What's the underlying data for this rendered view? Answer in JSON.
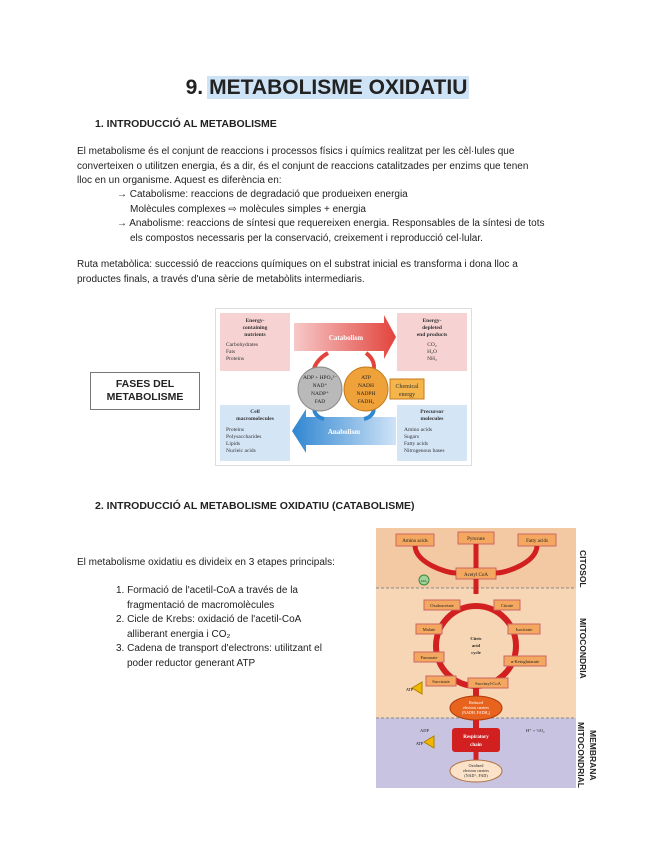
{
  "title": {
    "number": "9.",
    "text": "METABOLISME OXIDATIU"
  },
  "section1": {
    "heading": "1. INTRODUCCIÓ AL METABOLISME",
    "para1": [
      "El metabolisme és el conjunt de reaccions i processos físics i químics realitzat per les cèl·lules que",
      "converteixen o utilitzen energia, és a dir, és el conjunt de reaccions catalitzades per enzims que tenen",
      "lloc en un organisme. Aquest es diferència en:"
    ],
    "bullets": [
      "→ Catabolisme: reaccions de degradació que produeixen energia",
      "Molècules complexes ⇨ molècules simples + energia",
      "→ Anabolisme: reaccions de síntesi que requereixen energia. Responsables de la síntesi de tots",
      "els compostos necessaris per la conservació, creixement i reproducció cel·lular."
    ],
    "para2": [
      "Ruta metabòlica: successió de reaccions químiques on el substrat inicial es transforma i dona lloc a",
      "productes finals, a través d'una sèrie de metabòlits intermediaris."
    ],
    "fases_box": [
      "FASES DEL",
      "METABOLISME"
    ]
  },
  "figure1": {
    "energy_nutrients": {
      "title": [
        "Energy-",
        "containing",
        "nutrients"
      ],
      "items": [
        "Carbohydrates",
        "Fats",
        "Proteins"
      ]
    },
    "end_products": {
      "title": [
        "Energy-",
        "depleted",
        "end products"
      ],
      "items": [
        "CO₂",
        "H₂O",
        "NH₃"
      ]
    },
    "catabolism": "Catabolism",
    "anabolism": "Anabolism",
    "cell_macro": {
      "title": [
        "Cell",
        "macromolecules"
      ],
      "items": [
        "Proteins",
        "Polysaccharides",
        "Lipids",
        "Nucleic acids"
      ]
    },
    "precursor": {
      "title": [
        "Precursor",
        "molecules"
      ],
      "items": [
        "Amino acids",
        "Sugars",
        "Fatty acids",
        "Nitrogenous bases"
      ]
    },
    "grey_circle": [
      "ADP + HPO₄²⁻",
      "NAD⁺",
      "NADP⁺",
      "FAD"
    ],
    "orange_circle": [
      "ATP",
      "NADH",
      "NADPH",
      "FADH₂"
    ],
    "chemical_energy": [
      "Chemical",
      "energy"
    ]
  },
  "section2": {
    "heading": "2. INTRODUCCIÓ AL METABOLISME OXIDATIU (CATABOLISME)",
    "intro": "El metabolisme oxidatiu es divideix en 3 etapes principals:",
    "items": [
      [
        "1. Formació de l'acetil-CoA a través de la",
        "fragmentació de macromolècules"
      ],
      [
        "2. Cicle de Krebs: oxidació de l'acetil-CoA",
        "alliberant energia i CO₂"
      ],
      [
        "3. Cadena de transport d'electrons: utilitzant el",
        "poder reductor generant ATP"
      ]
    ]
  },
  "figure2": {
    "labels": {
      "amino": "Amino acids",
      "pyruvate": "Pyruvate",
      "fatty": "Fatty acids",
      "acetyl": "Acetyl CoA",
      "oxalo": "Oxaloacetate",
      "citrate": "Citrate",
      "malate": "Malate",
      "isocitrate": "Isocitrate",
      "fumarate": "Fumarate",
      "akg": "α-Ketoglutarate",
      "succinate": "Succinate",
      "succcoa": "Succinyl-CoA",
      "krebs": [
        "Citric",
        "acid",
        "cycle"
      ],
      "reduced": [
        "Reduced",
        "electron carriers",
        "(NADH, FADH₂)"
      ],
      "resp": [
        "Respiratory",
        "chain"
      ],
      "oxidized": [
        "Oxidized",
        "electron carriers",
        "(NAD⁺, FAD)"
      ],
      "atp": "ATP",
      "adp": "ADP",
      "co2": "CO₂",
      "h_o2": "H⁺ + ½O₂"
    },
    "side_labels": {
      "citosol": "CITOSOL",
      "mito": "MITOCONDRIA",
      "membrana": [
        "MEMBRANA",
        "MITOCONDRIAL"
      ]
    },
    "colors": {
      "citosol": "#f3c9a3",
      "mito": "#f6d6b4",
      "membrane": "#c9c3e2",
      "arrow": "#d21f1f"
    }
  }
}
